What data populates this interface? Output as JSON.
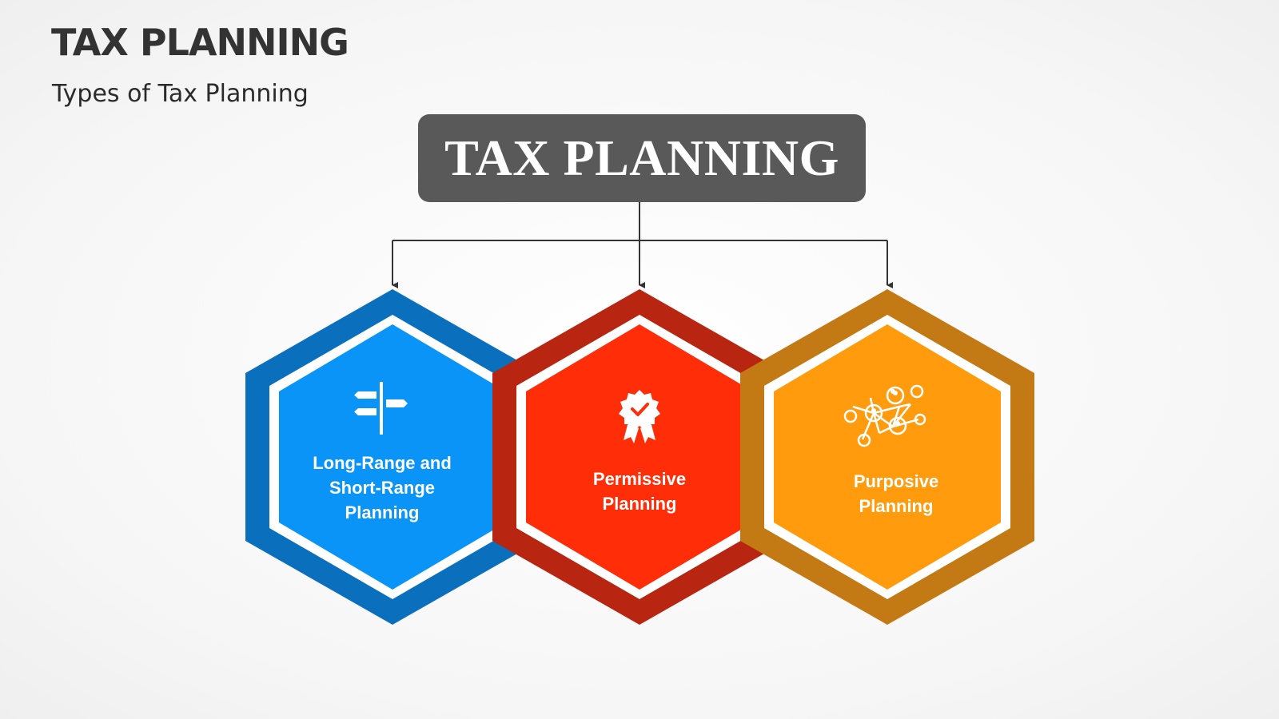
{
  "header": {
    "title": "TAX PLANNING",
    "subtitle": "Types of Tax Planning"
  },
  "diagram": {
    "root_label": "TAX PLANNING",
    "root_color": "#595959",
    "connector_color": "#333333",
    "nodes": [
      {
        "label": "Long-Range and\nShort-Range\nPlanning",
        "icon": "signpost-icon",
        "outer_color": "#0a6fbd",
        "inner_color": "#0a94f7"
      },
      {
        "label": "Permissive\nPlanning",
        "icon": "badge-check-icon",
        "outer_color": "#b82510",
        "inner_color": "#ff2d08"
      },
      {
        "label": "Purposive\nPlanning",
        "icon": "network-icon",
        "outer_color": "#c47a14",
        "inner_color": "#ff9b0d"
      }
    ]
  }
}
